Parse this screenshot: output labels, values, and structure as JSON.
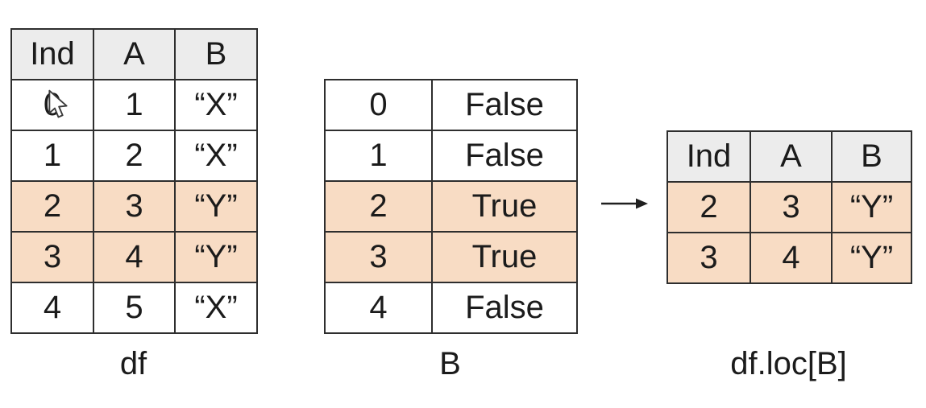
{
  "colors": {
    "border": "#2e2e2e",
    "headerBg": "#ececec",
    "highlight": "#f8dcc4",
    "arrow": "#1f1f1f",
    "text": "#1b1b1b",
    "background": "#ffffff"
  },
  "icons": {
    "arrow": "right-arrow-icon",
    "cursor": "mouse-pointer-icon"
  },
  "tables": {
    "df": {
      "caption": "df",
      "headers": [
        "Ind",
        "A",
        "B"
      ],
      "rows": [
        {
          "cells": [
            "0",
            "1",
            "“X”"
          ],
          "highlight": false,
          "cursor": true
        },
        {
          "cells": [
            "1",
            "2",
            "“X”"
          ],
          "highlight": false
        },
        {
          "cells": [
            "2",
            "3",
            "“Y”"
          ],
          "highlight": true
        },
        {
          "cells": [
            "3",
            "4",
            "“Y”"
          ],
          "highlight": true
        },
        {
          "cells": [
            "4",
            "5",
            "“X”"
          ],
          "highlight": false
        }
      ]
    },
    "b": {
      "caption": "B",
      "rows": [
        {
          "cells": [
            "0",
            "False"
          ],
          "highlight": false
        },
        {
          "cells": [
            "1",
            "False"
          ],
          "highlight": false
        },
        {
          "cells": [
            "2",
            "True"
          ],
          "highlight": true
        },
        {
          "cells": [
            "3",
            "True"
          ],
          "highlight": true
        },
        {
          "cells": [
            "4",
            "False"
          ],
          "highlight": false
        }
      ]
    },
    "result": {
      "caption": "df.loc[B]",
      "headers": [
        "Ind",
        "A",
        "B"
      ],
      "rows": [
        {
          "cells": [
            "2",
            "3",
            "“Y”"
          ],
          "highlight": true
        },
        {
          "cells": [
            "3",
            "4",
            "“Y”"
          ],
          "highlight": true
        }
      ]
    }
  }
}
